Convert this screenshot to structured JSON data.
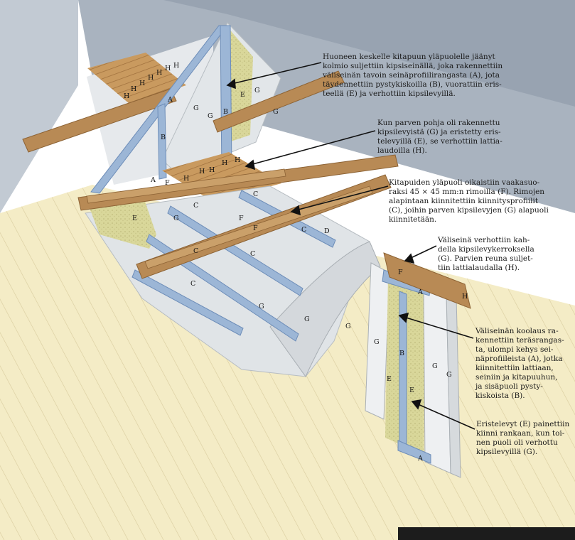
{
  "colors": {
    "roof": "#b7c0cb",
    "floor": "#f4ecc6",
    "floor_line": "#d7c99a",
    "timber": "#b88a55",
    "timber_dark": "#8d6335",
    "steel": "#9cb6d6",
    "steel_dark": "#6d8db8",
    "gypsum": "#dfe3e6",
    "insulation": "#d9d79a",
    "plank": "#c99a5f",
    "pointer": "#111111"
  },
  "callouts": [
    {
      "id": "c1",
      "text": "Huoneen keskelle kitapuun yläpuolelle jäänyt\nkolmio suljettiin kipsiseinällä, joka rakennettiin\nväliseinän tavoin seinäprofiilirangasta (A), jota\ntäydennettiin pystykiskoilla (B), vuorattiin eris-\nteellä (E) ja verhottiin kipsilevyillä."
    },
    {
      "id": "c2",
      "text": "Kun parven pohja oli rakennettu\nkipsilevyistä (G) ja eristetty eris-\ntelevyillä (E), se verhottiin lattia-\nlaudoilla (H)."
    },
    {
      "id": "c3",
      "text": "Kitapuiden yläpuoli oikaistiin vaakasuo-\nraksi 45 × 45 mm:n rimoilla (F). Rimojen\nalapintaan kiinnitettiin kiinnitysprofiilit\n(C), joihin parven kipsilevyjen (G) alapuoli\nkiinnitetään."
    },
    {
      "id": "c4",
      "text": "Väliseinä verhottiin kah-\ndella kipsilevykerroksella\n(G). Parvien reuna suljet-\ntiin lattialaudalla (H)."
    },
    {
      "id": "c5",
      "text": "Väliseinän koolaus ra-\nkennettiin teräsrangas-\nta, ulompi kehys sei-\nnäprofiileista (A), jotka\nkiinnitettiin lattiaan,\nseiniin ja kitapuuhun,\nja sisäpuoli pysty-\nkiskoista (B)."
    },
    {
      "id": "c6",
      "text": "Eristelevyt (E) painettiin\nkiinni rankaan, kun toi-\nnen puoli oli verhottu\nkipsilevyillä (G)."
    }
  ],
  "letters": {
    "A": "A",
    "B": "B",
    "C": "C",
    "D": "D",
    "E": "E",
    "F": "F",
    "G": "G",
    "H": "H"
  }
}
